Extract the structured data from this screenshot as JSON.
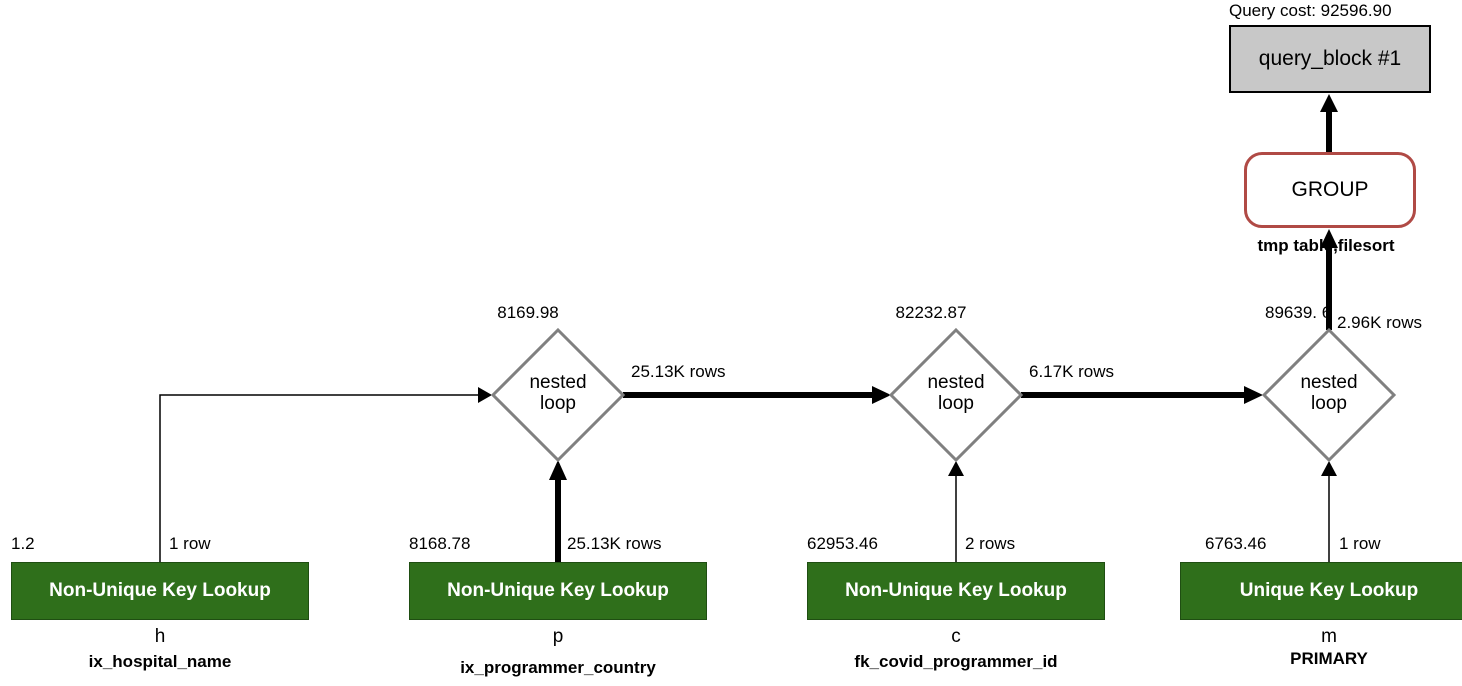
{
  "query_cost": "Query cost: 92596.90",
  "query_block": "query_block #1",
  "group": {
    "label": "GROUP",
    "detail": "tmp table,filesort"
  },
  "loops": [
    {
      "label_line1": "nested",
      "label_line2": "loop",
      "cost": "8169.98",
      "out_rows": "25.13K rows"
    },
    {
      "label_line1": "nested",
      "label_line2": "loop",
      "cost": "82232.87",
      "out_rows": "6.17K rows"
    },
    {
      "label_line1": "nested",
      "label_line2": "loop",
      "cost": "89639. 6",
      "out_rows": "2.96K rows"
    }
  ],
  "lookups": [
    {
      "label": "Non-Unique Key Lookup",
      "cost": "1.2",
      "rows": "1 row",
      "table": "h",
      "key": "ix_hospital_name"
    },
    {
      "label": "Non-Unique Key Lookup",
      "cost": "8168.78",
      "rows": "25.13K rows",
      "table": "p",
      "key": "ix_programmer_country"
    },
    {
      "label": "Non-Unique Key Lookup",
      "cost": "62953.46",
      "rows": "2 rows",
      "table": "c",
      "key": "fk_covid_programmer_id"
    },
    {
      "label": "Unique Key Lookup",
      "cost": "6763.46",
      "rows": "1 row",
      "table": "m",
      "key": "PRIMARY"
    }
  ],
  "colors": {
    "lookup_fill": "#2f6f1b",
    "query_block_fill": "#c8c8c8",
    "group_border": "#b04a45",
    "diamond_border": "#808080"
  }
}
